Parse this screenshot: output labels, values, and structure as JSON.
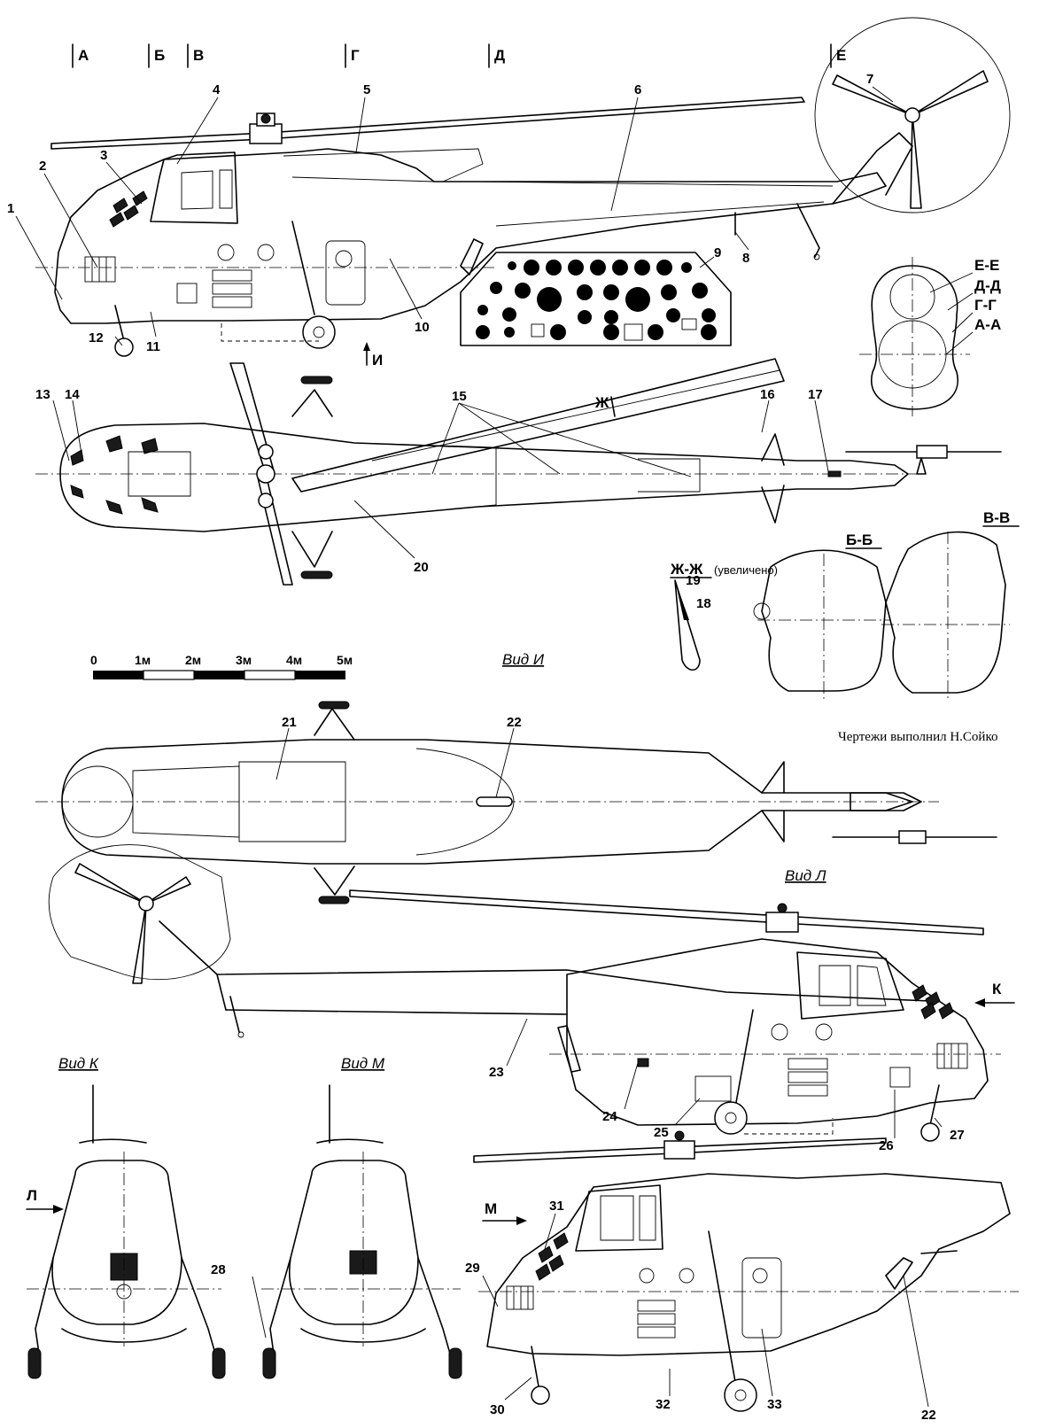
{
  "section_markers": [
    "А",
    "Б",
    "В",
    "Г",
    "Д",
    "Е"
  ],
  "section_labels": {
    "ee": "Е-Е",
    "dd": "Д-Д",
    "gg": "Г-Г",
    "aa": "А-А",
    "bb": "Б-Б",
    "vv": "В-В",
    "zhzh": "Ж-Ж",
    "zhzh_note": "(увеличено)",
    "zh": "Ж"
  },
  "view_labels": {
    "i": "Вид И",
    "l": "Вид Л",
    "k": "Вид К",
    "m": "Вид М"
  },
  "arrow_letters": {
    "i": "И",
    "k": "К",
    "l": "Л",
    "m": "М"
  },
  "scale": {
    "ticks": [
      "0",
      "1м",
      "2м",
      "3м",
      "4м",
      "5м"
    ]
  },
  "credit": "Чертежи выполнил Н.Сойко",
  "callouts": [
    "1",
    "2",
    "3",
    "4",
    "5",
    "6",
    "7",
    "8",
    "9",
    "10",
    "11",
    "12",
    "13",
    "14",
    "15",
    "16",
    "17",
    "18",
    "19",
    "20",
    "21",
    "22",
    "23",
    "24",
    "25",
    "26",
    "27",
    "28",
    "29",
    "30",
    "31",
    "32",
    "33"
  ]
}
